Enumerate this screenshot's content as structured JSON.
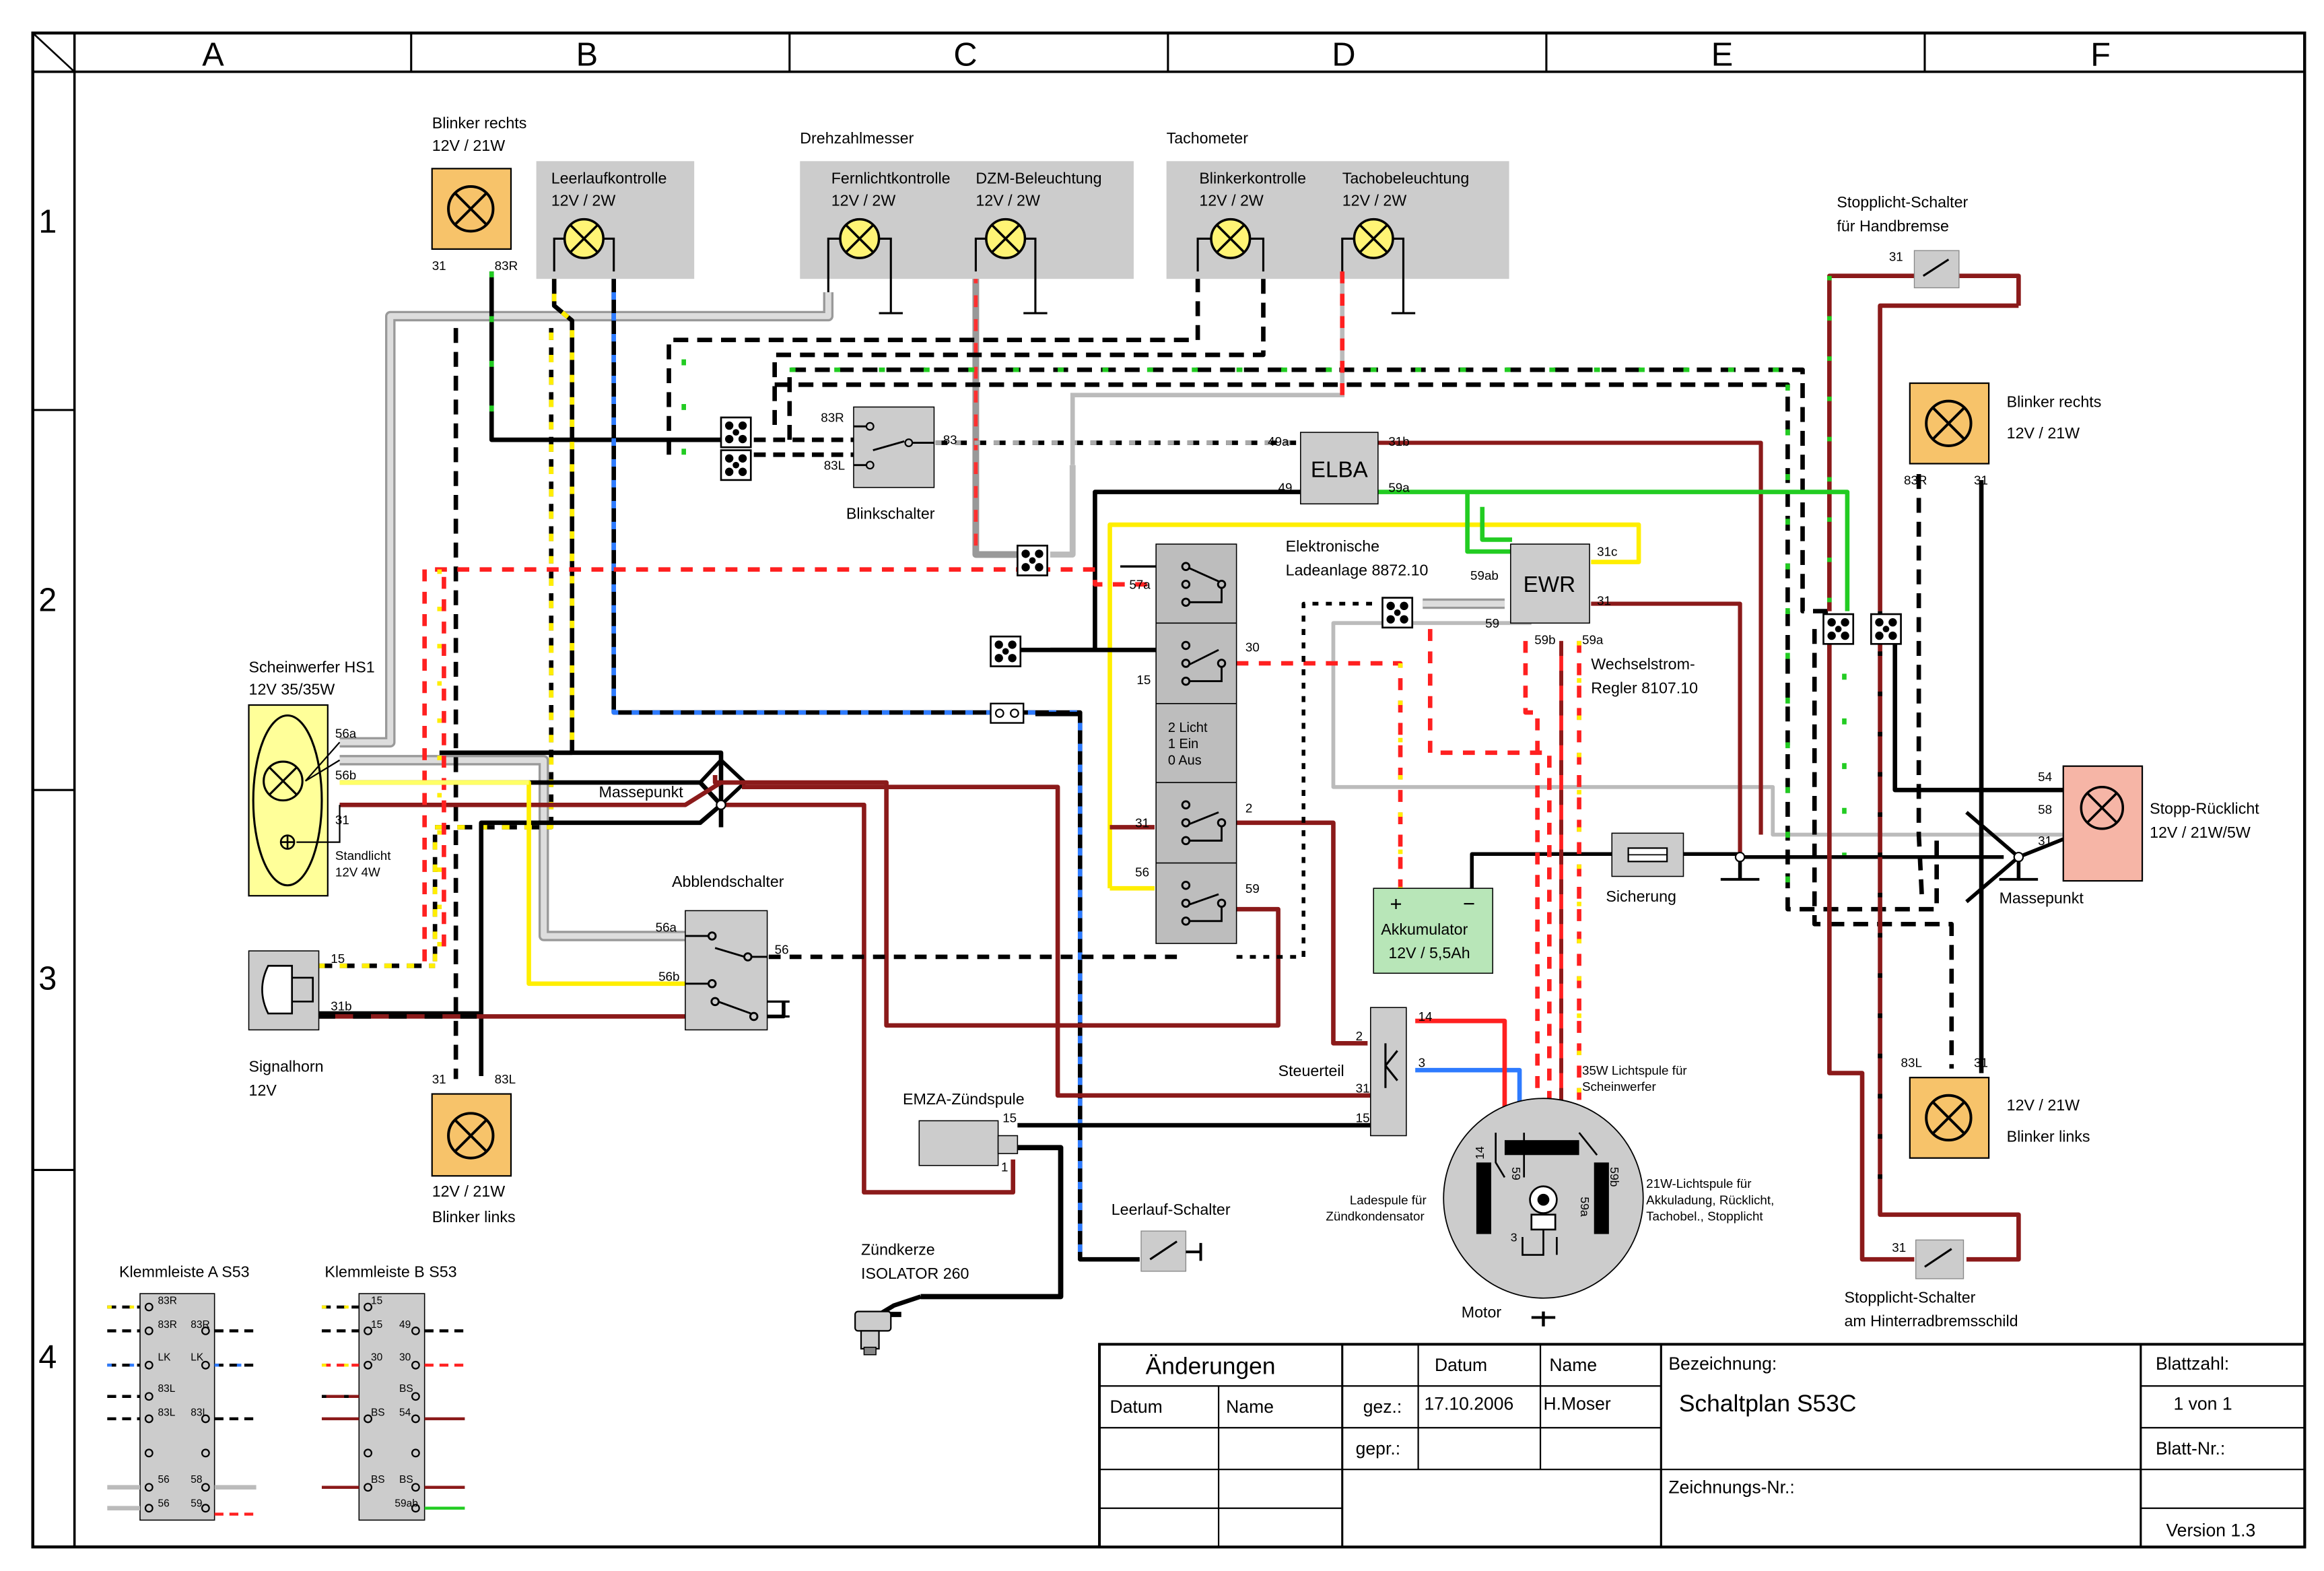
{
  "colors": {
    "frame": "#000000",
    "orange_lamp": "#f7c36a",
    "yellow_lamp": "#fff475",
    "grey_box": "#cccccc",
    "switch_box": "#bdbdbd",
    "headlight": "#ffff99",
    "battery": "#b8e6b8",
    "taillight": "#f6b5a6",
    "wire_brown": "#8b1a1a",
    "wire_red": "#ff2020",
    "wire_yellow": "#ffff00",
    "wire_blue": "#2e7bff",
    "wire_green": "#22cc22",
    "wire_grey": "#bbbbbb"
  },
  "columns": [
    "A",
    "B",
    "C",
    "D",
    "E",
    "F"
  ],
  "rows": [
    "1",
    "2",
    "3",
    "4"
  ],
  "labels": {
    "blinker_rechts_tl": "Blinker rechts",
    "blinker_rechts_tl_rating": "12V / 21W",
    "leerlaufkontrolle": "Leerlaufkontrolle",
    "leerlaufkontrolle_rating": "12V / 2W",
    "drehzahlmesser": "Drehzahlmesser",
    "fernlichtkontrolle": "Fernlichtkontrolle",
    "fernlichtkontrolle_rating": "12V / 2W",
    "dzm_beleuchtung": "DZM-Beleuchtung",
    "dzm_beleuchtung_rating": "12V / 2W",
    "tachometer": "Tachometer",
    "blinkerkontrolle": "Blinkerkontrolle",
    "blinkerkontrolle_rating": "12V / 2W",
    "tachobeleuchtung": "Tachobeleuchtung",
    "tachobeleuchtung_rating": "12V / 2W",
    "stopplicht_handbremse_1": "Stopplicht-Schalter",
    "stopplicht_handbremse_2": "für Handbremse",
    "blinker_rechts_r": "Blinker rechts",
    "blinker_rechts_r_rating": "12V / 21W",
    "blinkschalter": "Blinkschalter",
    "elba": "ELBA",
    "ewr": "EWR",
    "ladeanlage_1": "Elektronische",
    "ladeanlage_2": "Ladeanlage 8872.10",
    "wechselstrom_1": "Wechselstrom-",
    "wechselstrom_2": "Regler 8107.10",
    "scheinwerfer_1": "Scheinwerfer HS1",
    "scheinwerfer_2": "12V 35/35W",
    "standlicht_1": "Standlicht",
    "standlicht_2": "12V 4W",
    "massepunkt_l": "Massepunkt",
    "massepunkt_r": "Massepunkt",
    "licht_2": "2 Licht",
    "licht_1": "1 Ein",
    "licht_0": "0 Aus",
    "akkumulator": "Akkumulator",
    "akkumulator_rating": "12V / 5,5Ah",
    "akku_plus": "+",
    "akku_minus": "−",
    "sicherung": "Sicherung",
    "stopp_ruecklicht": "Stopp-Rücklicht",
    "stopp_ruecklicht_rating": "12V / 21W/5W",
    "abblendschalter": "Abblendschalter",
    "signalhorn": "Signalhorn",
    "signalhorn_rating": "12V",
    "steuerteil": "Steuerteil",
    "lichtspule35_1": "35W Lichtspule für",
    "lichtspule35_2": "Scheinwerfer",
    "lichtspule21_1": "21W-Lichtspule für",
    "lichtspule21_2": "Akkuladung, Rücklicht,",
    "lichtspule21_3": "Tachobel., Stopplicht",
    "ladespule_1": "Ladespule für",
    "ladespule_2": "Zündkondensator",
    "motor": "Motor",
    "emza": "EMZA-Zündspule",
    "leerlauf_schalter": "Leerlauf-Schalter",
    "zuendkerze_1": "Zündkerze",
    "zuendkerze_2": "ISOLATOR 260",
    "blinker_links_l_rating": "12V / 21W",
    "blinker_links_l": "Blinker links",
    "blinker_links_r_rating": "12V / 21W",
    "blinker_links_r": "Blinker links",
    "stopplicht_hinterrad_1": "Stopplicht-Schalter",
    "stopplicht_hinterrad_2": "am Hinterradbremsschild",
    "klemmleiste_a": "Klemmleiste A S53",
    "klemmleiste_b": "Klemmleiste B S53"
  },
  "terminals": {
    "t31": "31",
    "t83R": "83R",
    "t83L": "83L",
    "t83": "83",
    "t49a": "49a",
    "t49": "49",
    "t31b": "31b",
    "t59a": "59a",
    "t59ab": "59ab",
    "t31c": "31c",
    "t59": "59",
    "t59b": "59b",
    "t57a": "57a",
    "t30": "30",
    "t15": "15",
    "t2": "2",
    "t56": "56",
    "t56a": "56a",
    "t56b": "56b",
    "t54": "54",
    "t58": "58",
    "t14": "14",
    "t3": "3",
    "t1": "1"
  },
  "klemmleiste_a_rows": [
    [
      "83R",
      ""
    ],
    [
      "83R",
      "83R"
    ],
    [
      "LK",
      "LK"
    ],
    [
      "83L",
      ""
    ],
    [
      "83L",
      "83L"
    ],
    [
      "",
      ""
    ],
    [
      "56",
      "58"
    ],
    [
      "56",
      "59"
    ]
  ],
  "klemmleiste_b_rows": [
    [
      "15",
      ""
    ],
    [
      "15",
      "49"
    ],
    [
      "30",
      "30"
    ],
    [
      "BS",
      ""
    ],
    [
      "BS",
      "54"
    ],
    [
      "",
      ""
    ],
    [
      "BS",
      "BS"
    ],
    [
      "59ab",
      ""
    ]
  ],
  "title_block": {
    "aenderungen": "Änderungen",
    "datum": "Datum",
    "name": "Name",
    "datum_col": "Datum",
    "name_col": "Name",
    "gez_label": "gez.:",
    "gez_date": "17.10.2006",
    "gez_name": "H.Moser",
    "gepr_label": "gepr.:",
    "bezeichnung_label": "Bezeichnung:",
    "bezeichnung": "Schaltplan S53C",
    "zeichnungs_nr": "Zeichnungs-Nr.:",
    "blattzahl_label": "Blattzahl:",
    "blattzahl": "1 von 1",
    "blatt_nr_label": "Blatt-Nr.:",
    "version": "Version 1.3"
  }
}
